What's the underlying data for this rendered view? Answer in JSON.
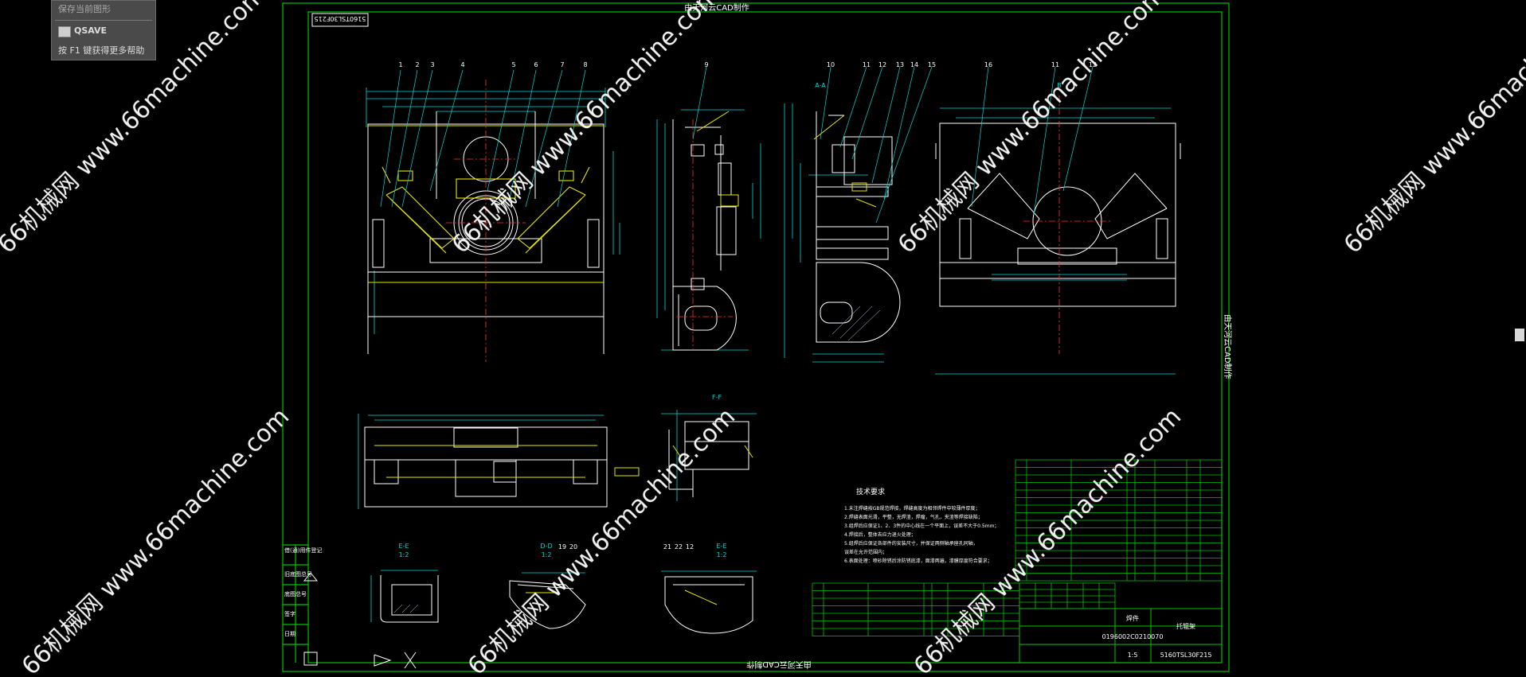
{
  "tooltip": {
    "save_label": "保存当前图形",
    "command": "QSAVE",
    "help_text": "按 F1 键获得更多帮助"
  },
  "drawing": {
    "top_title": "由天河云CAD制作",
    "side_title": "由天河云CAD制作",
    "bottom_title": "由天河云CAD制作",
    "code_box": "5160TSL30F215",
    "tech_title": "技术要求",
    "tech_lines": [
      "1.未注焊缝按GB规范焊接，焊缝高度为相邻焊件中较薄件厚度；",
      "2.焊缝表面光滑，平整，无焊渣，焊瘤，气孔，夹渣等焊接缺陷；",
      "3.组焊后应保证1、2、3件的中心线在一个平面上，误差不大于0.5mm；",
      "4.焊接后，整体去应力退火处理；",
      "5.组焊后应保证各部件的安装尺寸，并保证两侧轴承座孔同轴，",
      "   误差在允许范围内；",
      "6.表面处理：喷砂除锈后涂防锈底漆，面漆两遍，漆膜厚度符合要求；"
    ],
    "section_labels": [
      "A-A",
      "B",
      "F-F",
      "E-E",
      "D-D",
      "E-E"
    ],
    "section_scales": [
      "1:2",
      "1:2",
      "1:2"
    ],
    "balloons_top": [
      "1",
      "2",
      "3",
      "4",
      "5",
      "6",
      "7",
      "8",
      "9",
      "10",
      "11",
      "12",
      "13",
      "14",
      "15",
      "16",
      "11",
      "12"
    ],
    "balloons_bottom": [
      "19",
      "20",
      "21",
      "22",
      "12"
    ],
    "left_labels": [
      "借(通)用件登记",
      "旧底图总号",
      "底图总号",
      "签字",
      "日期"
    ],
    "title_block": {
      "part_name": "焊件",
      "drawing_no": "5160TSL30F215",
      "small_code": "0196002C0210070",
      "material": "托辊架",
      "scale_label": "1:5"
    },
    "watermarks": [
      "66机械网 www.66machine.com",
      "66机械网 www.66machine.com",
      "66机械网 www.66machine.com",
      "66机械网 www.66machine.com",
      "66机械网 www.66machine.com",
      "66机械网 www.66machine.com",
      "66机械网 www.66machine.com"
    ]
  },
  "colors": {
    "frame": "#00c400",
    "outline": "#ffffff",
    "dim": "#00d8d8",
    "weld": "#e6e600",
    "center": "#ff3030",
    "hatch": "#d0d0ff",
    "watermark": "#ffffff"
  }
}
